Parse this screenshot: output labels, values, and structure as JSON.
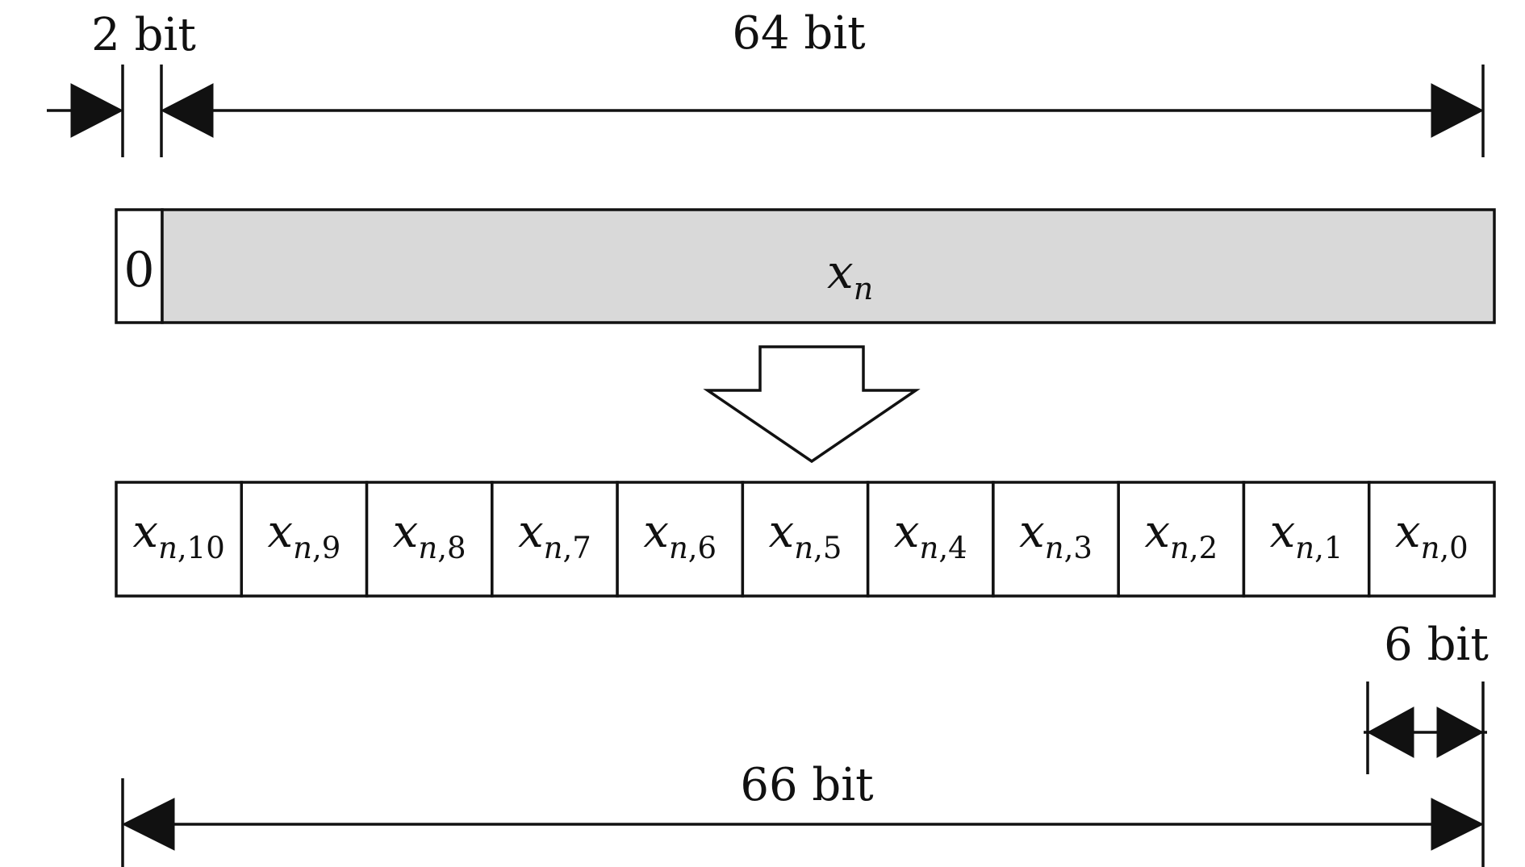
{
  "diagram": {
    "labels": {
      "two_bit": "2 bit",
      "sixty_four_bit": "64 bit",
      "six_bit": "6 bit",
      "sixty_six_bit": "66 bit"
    },
    "top_register": {
      "zero_cell": "0",
      "main_var": "x",
      "main_sub": "n"
    },
    "chunks": [
      {
        "var": "x",
        "sub": "n,10"
      },
      {
        "var": "x",
        "sub": "n,9"
      },
      {
        "var": "x",
        "sub": "n,8"
      },
      {
        "var": "x",
        "sub": "n,7"
      },
      {
        "var": "x",
        "sub": "n,6"
      },
      {
        "var": "x",
        "sub": "n,5"
      },
      {
        "var": "x",
        "sub": "n,4"
      },
      {
        "var": "x",
        "sub": "n,3"
      },
      {
        "var": "x",
        "sub": "n,2"
      },
      {
        "var": "x",
        "sub": "n,1"
      },
      {
        "var": "x",
        "sub": "n,0"
      }
    ],
    "colors": {
      "register_fill": "#d9d9d9",
      "cell_fill": "#ffffff",
      "stroke": "#111111"
    }
  }
}
